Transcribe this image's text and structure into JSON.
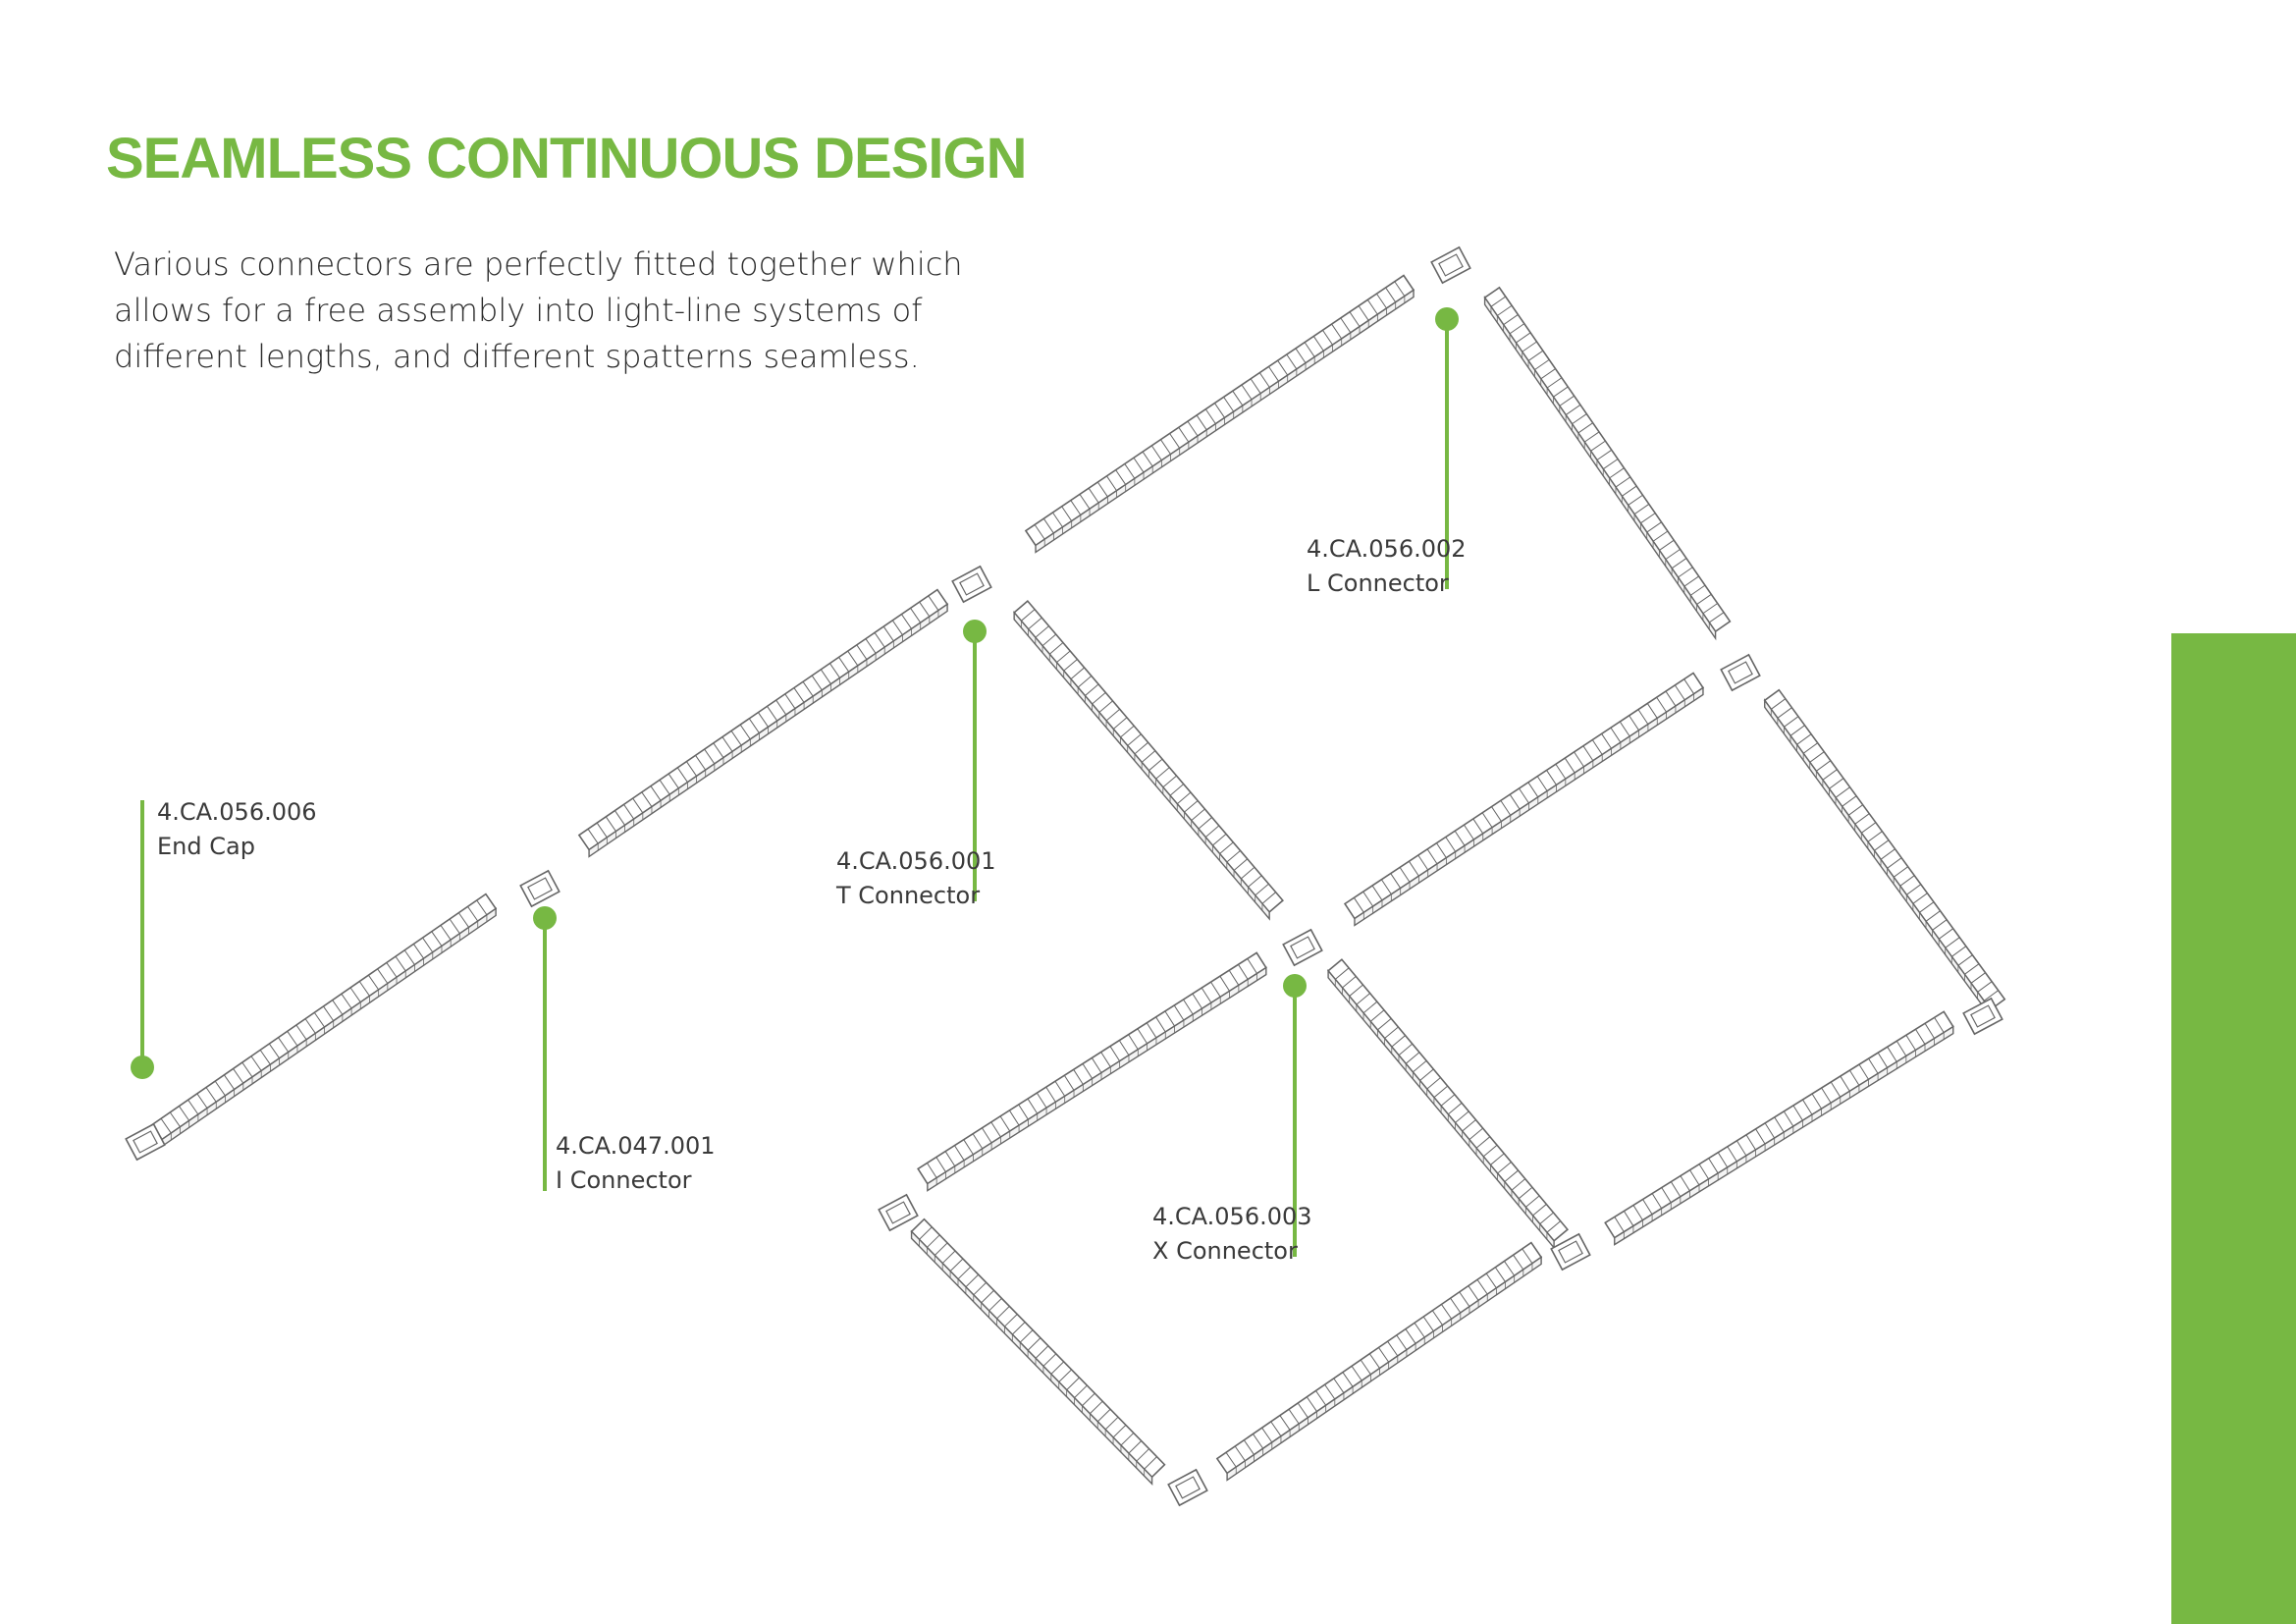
{
  "page": {
    "title": "SEAMLESS CONTINUOUS DESIGN",
    "description": "Various connectors are perfectly fitted together which allows for a free assembly into light-line systems of different lengths, and different spatterns seamless."
  },
  "colors": {
    "accent": "#77b843",
    "fixture_outline": "#666666",
    "text": "#2b2b2b"
  },
  "callouts": [
    {
      "code": "4.CA.056.006",
      "name": "End Cap"
    },
    {
      "code": "4.CA.047.001",
      "name": "I Connector"
    },
    {
      "code": "4.CA.056.001",
      "name": "T Connector"
    },
    {
      "code": "4.CA.056.002",
      "name": "L Connector"
    },
    {
      "code": "4.CA.056.003",
      "name": "X Connector"
    }
  ]
}
